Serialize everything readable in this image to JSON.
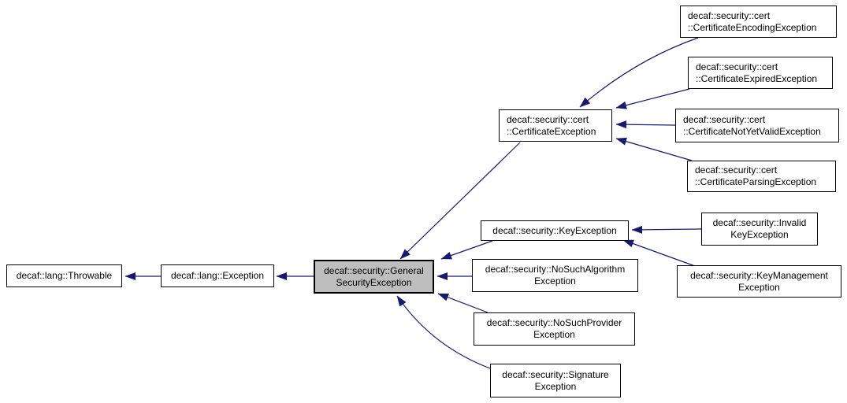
{
  "colors": {
    "edge": "#191970",
    "node_border": "#000000",
    "node_fill": "#ffffff",
    "highlight_fill": "#bebebe",
    "background": "#ffffff"
  },
  "nodes": {
    "throwable": {
      "lines": [
        "decaf::lang::Throwable"
      ]
    },
    "exception": {
      "lines": [
        "decaf::lang::Exception"
      ]
    },
    "general": {
      "lines": [
        "decaf::security::General",
        "SecurityException"
      ]
    },
    "certexc": {
      "lines": [
        "decaf::security::cert",
        "::CertificateException"
      ]
    },
    "encoding": {
      "lines": [
        "decaf::security::cert",
        "::CertificateEncodingException"
      ]
    },
    "expired": {
      "lines": [
        "decaf::security::cert",
        "::CertificateExpiredException"
      ]
    },
    "notyetvalid": {
      "lines": [
        "decaf::security::cert",
        "::CertificateNotYetValidException"
      ]
    },
    "parsing": {
      "lines": [
        "decaf::security::cert",
        "::CertificateParsingException"
      ]
    },
    "keyexc": {
      "lines": [
        "decaf::security::KeyException"
      ]
    },
    "nosuchalg": {
      "lines": [
        "decaf::security::NoSuchAlgorithm",
        "Exception"
      ]
    },
    "nosuchprov": {
      "lines": [
        "decaf::security::NoSuchProvider",
        "Exception"
      ]
    },
    "signature": {
      "lines": [
        "decaf::security::Signature",
        "Exception"
      ]
    },
    "invalidkey": {
      "lines": [
        "decaf::security::Invalid",
        "KeyException"
      ]
    },
    "keymgmt": {
      "lines": [
        "decaf::security::KeyManagement",
        "Exception"
      ]
    }
  }
}
